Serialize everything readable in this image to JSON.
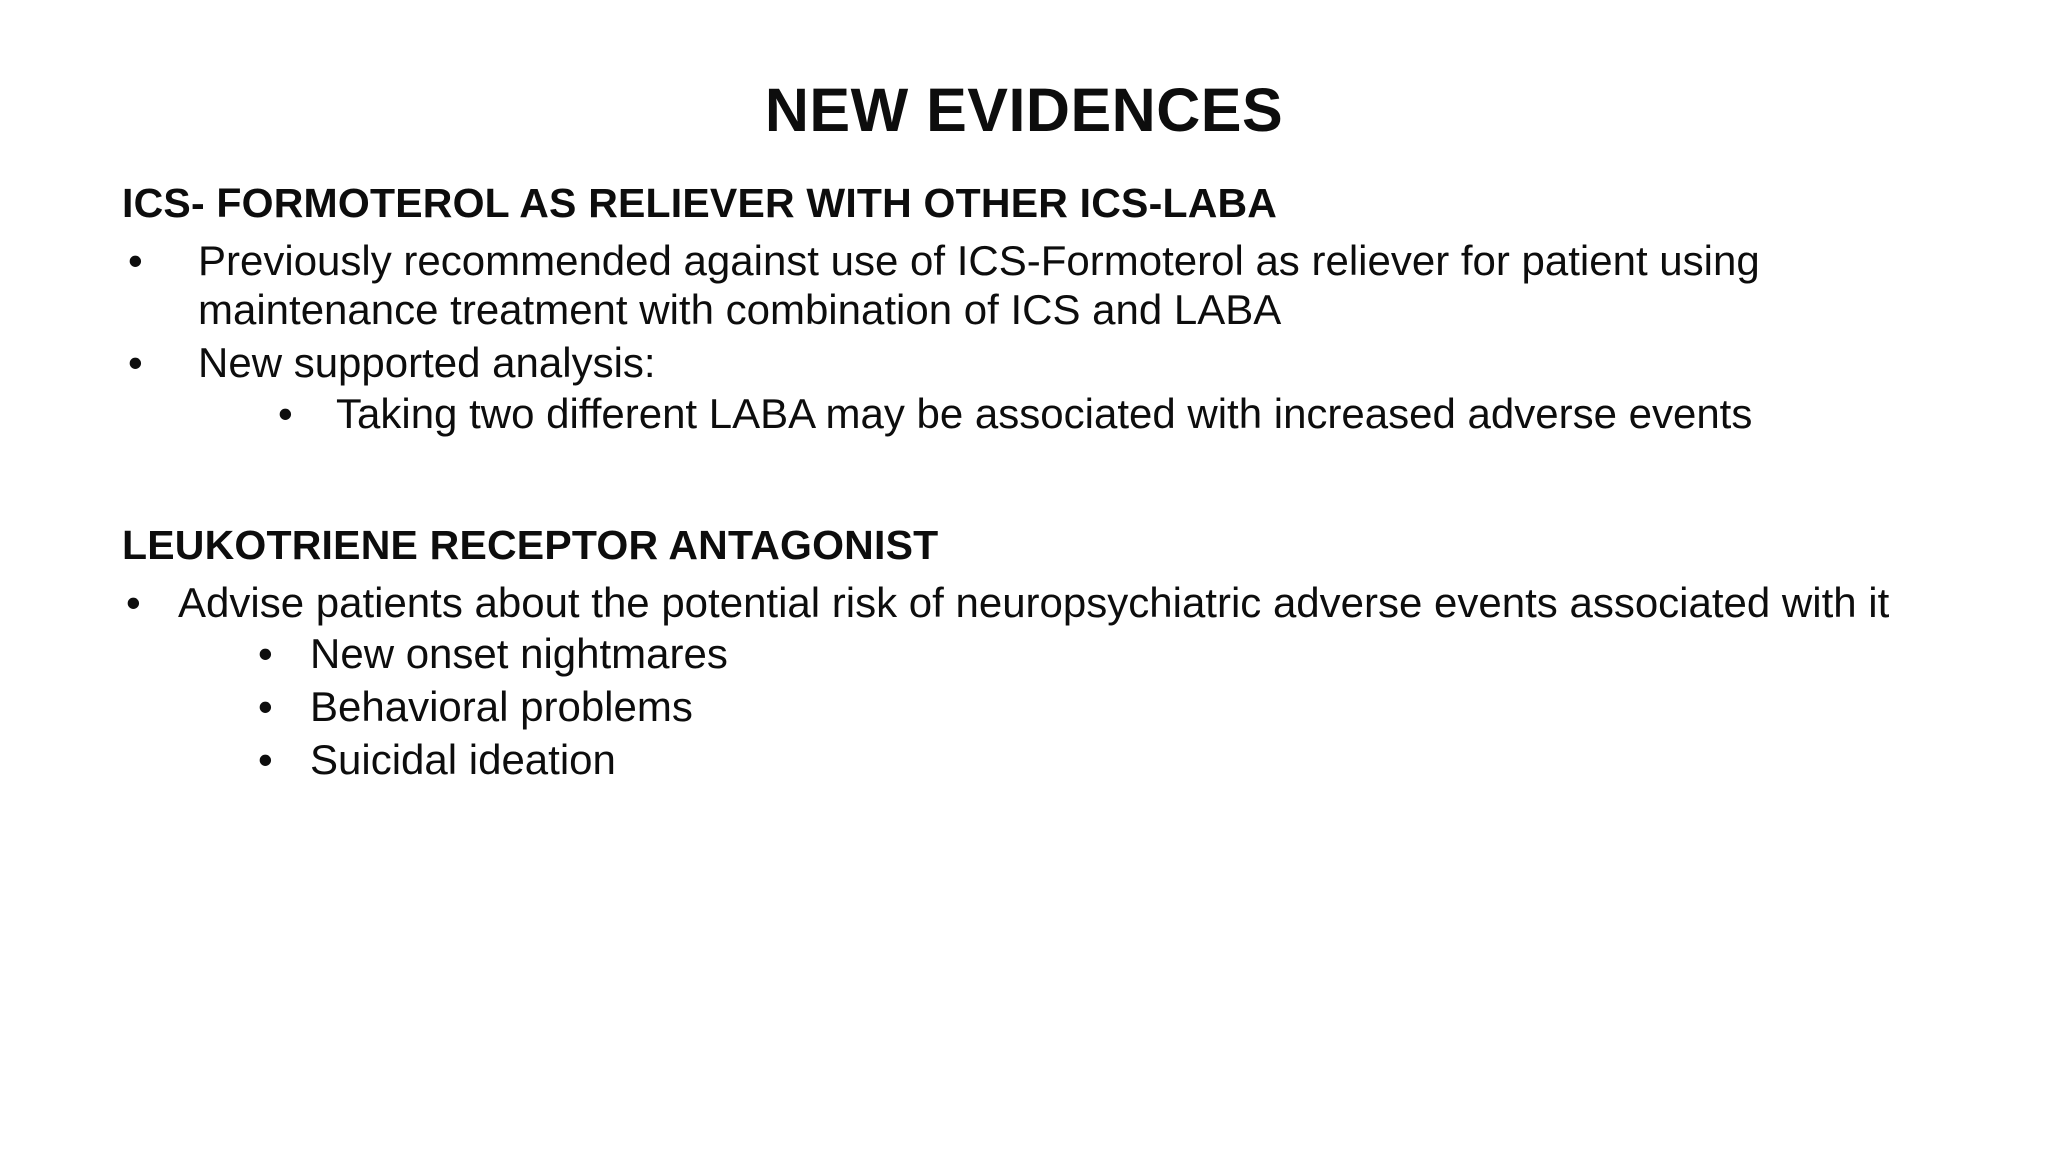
{
  "slide": {
    "title": "NEW EVIDENCES",
    "background_color": "#FFFFFF",
    "text_color": "#0D0D0D",
    "bullet_glyph": "•",
    "sections": [
      {
        "heading": "ICS- FORMOTEROL AS RELIEVER WITH OTHER ICS-LABA",
        "bullets": [
          {
            "text": "Previously recommended against use of ICS-Formoterol as reliever for patient using maintenance treatment with combination of ICS and LABA",
            "sub_bullets": []
          },
          {
            "text": "New supported analysis:",
            "sub_bullets": [
              "Taking two different LABA may be associated with increased adverse events"
            ]
          }
        ]
      },
      {
        "heading": "LEUKOTRIENE RECEPTOR ANTAGONIST",
        "bullets": [
          {
            "text": "Advise patients about the potential risk of neuropsychiatric adverse events associated with it",
            "sub_bullets": [
              "New onset nightmares",
              "Behavioral problems",
              "Suicidal ideation"
            ]
          }
        ]
      }
    ]
  }
}
